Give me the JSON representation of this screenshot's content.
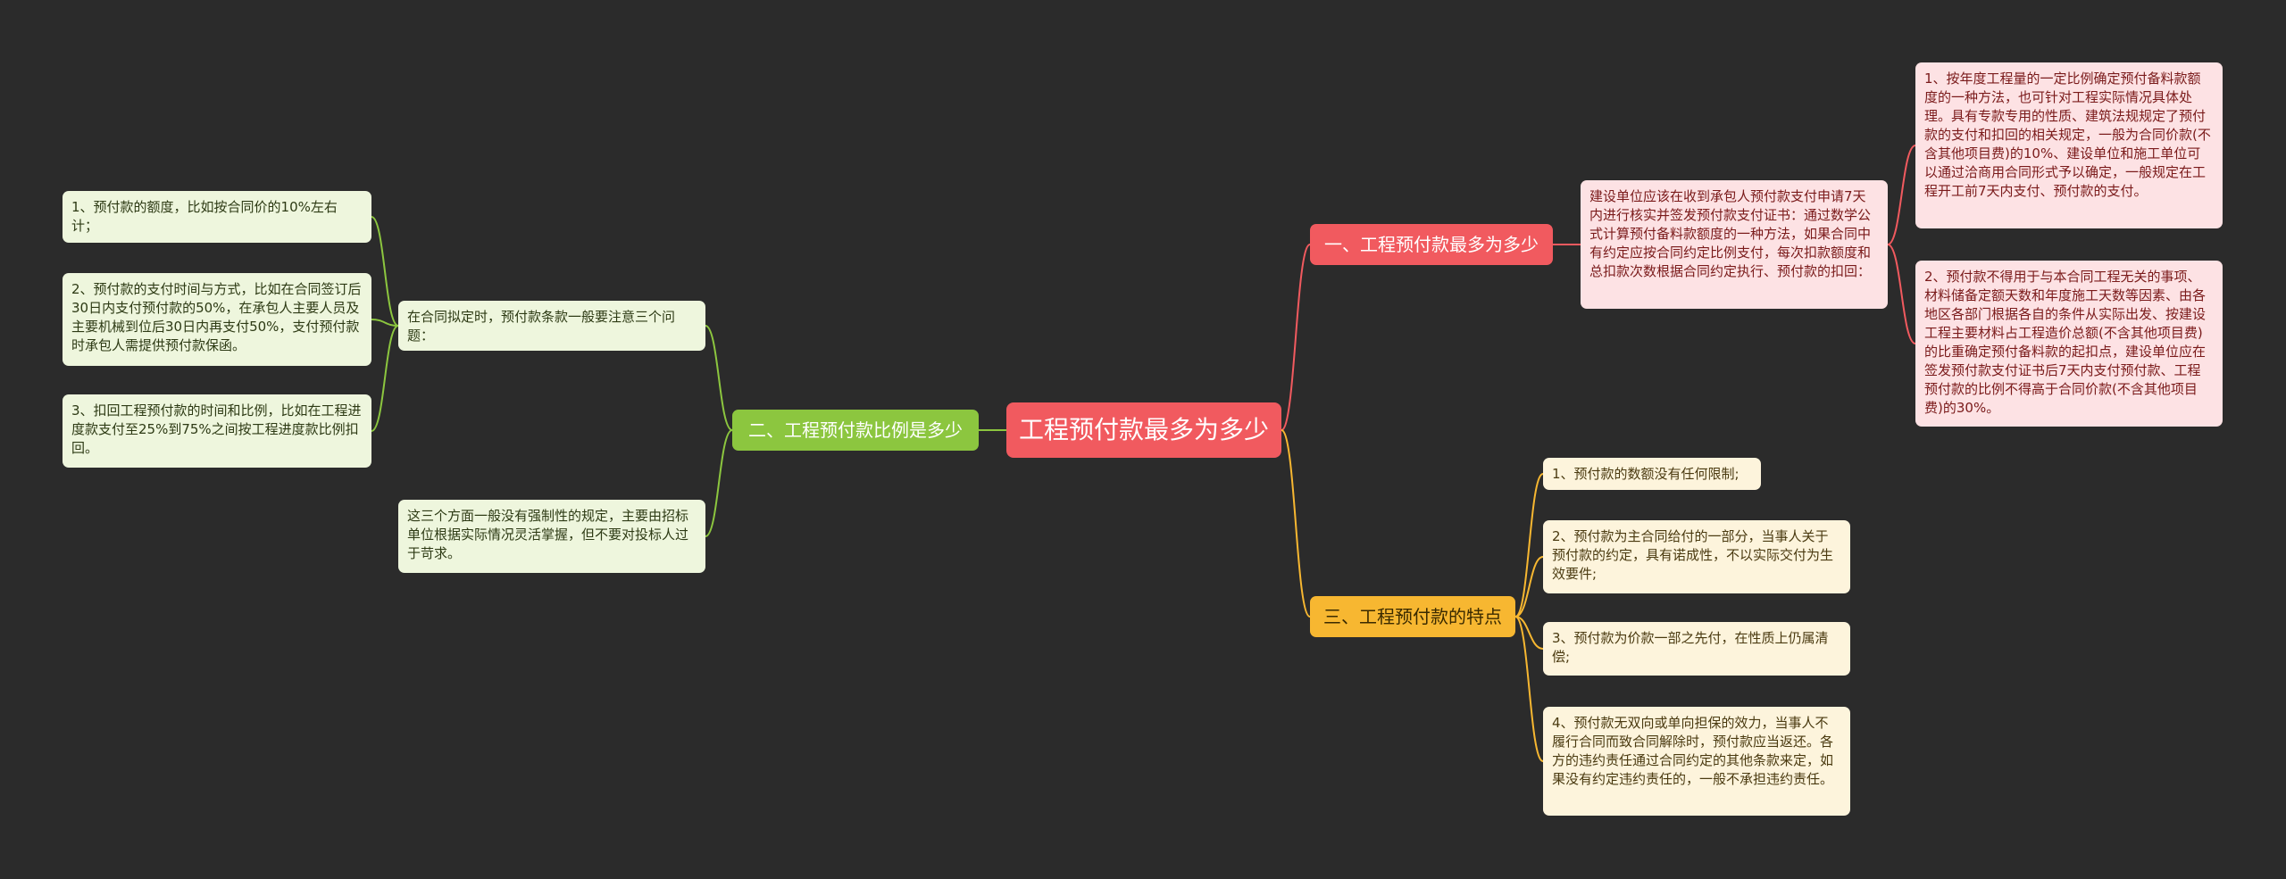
{
  "center": {
    "label": "工程预付款最多为多少"
  },
  "branches": [
    {
      "label": "一、工程预付款最多为多少",
      "color": "#f15a5f",
      "intro": "建设单位应该在收到承包人预付款支付申请7天内进行核实并签发预付款支付证书：通过数学公式计算预付备料款额度的一种方法，如果合同中有约定应按合同约定比例支付，每次扣款额度和总扣款次数根据合同约定执行、预付款的扣回：",
      "items": [
        "1、按年度工程量的一定比例确定预付备料款额度的一种方法，也可针对工程实际情况具体处理。具有专款专用的性质、建筑法规规定了预付款的支付和扣回的相关规定，一般为合同价款(不含其他项目费)的10%、建设单位和施工单位可以通过洽商用合同形式予以确定，一般规定在工程开工前7天内支付、预付款的支付。",
        "2、预付款不得用于与本合同工程无关的事项、材料储备定额天数和年度施工天数等因素、由各地区各部门根据各自的条件从实际出发、按建设工程主要材料占工程造价总额(不含其他项目费)的比重确定预付备料款的起扣点，建设单位应在签发预付款支付证书后7天内支付预付款、工程预付款的比例不得高于合同价款(不含其他项目费)的30%。"
      ]
    },
    {
      "label": "二、工程预付款比例是多少",
      "color": "#8cc63f",
      "intro": "在合同拟定时，预付款条款一般要注意三个问题：",
      "items": [
        "1、预付款的额度，比如按合同价的10%左右计；",
        "2、预付款的支付时间与方式，比如在合同签订后30日内支付预付款的50%，在承包人主要人员及主要机械到位后30日内再支付50%，支付预付款时承包人需提供预付款保函。",
        "3、扣回工程预付款的时间和比例，比如在工程进度款支付至25%到75%之间按工程进度款比例扣回。"
      ],
      "summary": "这三个方面一般没有强制性的规定，主要由招标单位根据实际情况灵活掌握，但不要对投标人过于苛求。"
    },
    {
      "label": "三、工程预付款的特点",
      "color": "#f7b731",
      "items": [
        "1、预付款的数额没有任何限制;",
        "2、预付款为主合同给付的一部分，当事人关于预付款的约定，具有诺成性，不以实际交付为生效要件;",
        "3、预付款为价款一部之先付，在性质上仍属清偿;",
        "4、预付款无双向或单向担保的效力，当事人不履行合同而致合同解除时，预付款应当返还。各方的违约责任通过合同约定的其他条款来定，如果没有约定违约责任的，一般不承担违约责任。"
      ]
    }
  ]
}
